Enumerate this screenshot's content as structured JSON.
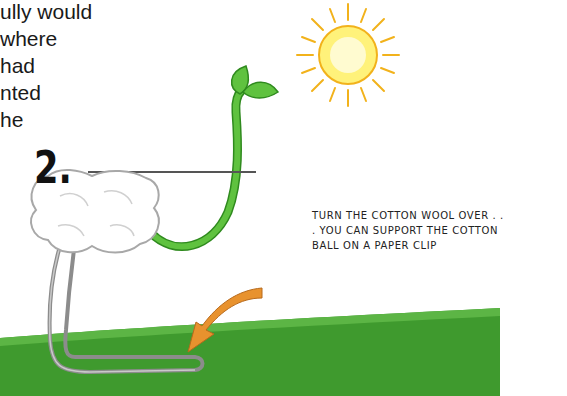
{
  "diagram": {
    "labels": [
      "ully would",
      "where",
      "had",
      "nted",
      "he",
      "2.",
      "TURN THE COTTON WOOL OVER . . . YOU CAN SUPPORT THE COTTON BALL ON A PAPER CLIP"
    ]
  }
}
